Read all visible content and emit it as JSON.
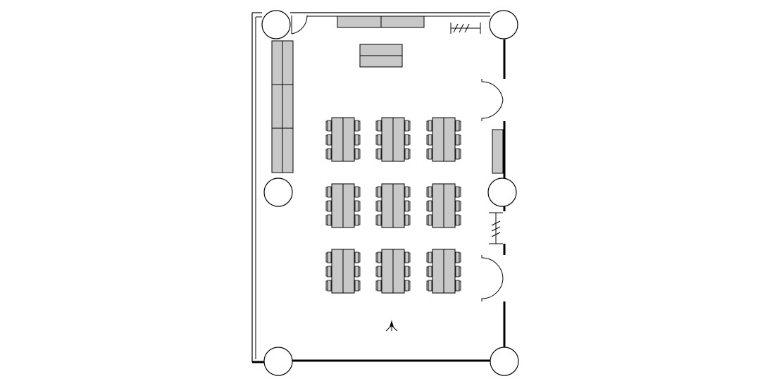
{
  "diagram": {
    "type": "floor-plan",
    "colors": {
      "background": "#ffffff",
      "line": "#000000",
      "furniture_fill": "#c8c8c8"
    },
    "elements": {
      "columns": 6,
      "table_groups": 9,
      "doors": 3,
      "racks": 2,
      "icons": [
        "north-arrow-icon"
      ]
    }
  }
}
